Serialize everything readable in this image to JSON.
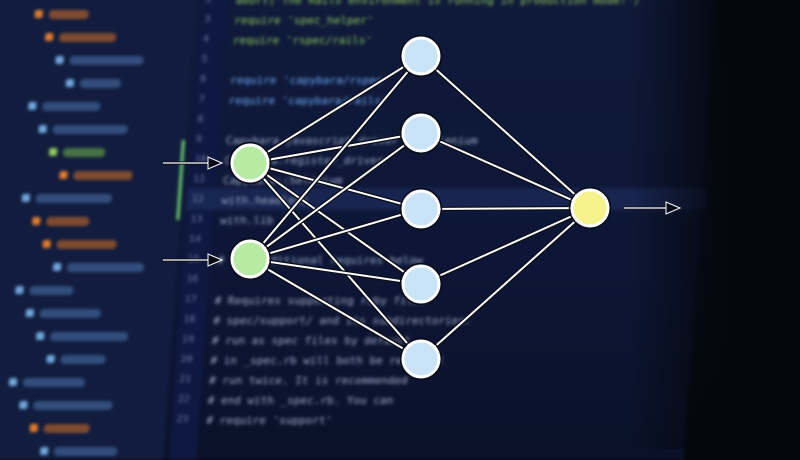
{
  "code_lines": [
    {
      "no": "2",
      "text": "abort('The Rails environment is running in production mode!')",
      "color": "green"
    },
    {
      "no": "3",
      "text": "require 'spec_helper'",
      "color": "green"
    },
    {
      "no": "4",
      "text": "require 'rspec/rails'",
      "color": "green"
    },
    {
      "no": "5",
      "text": "",
      "color": "grey"
    },
    {
      "no": "6",
      "text": "require 'capybara/rspec'",
      "color": "blue"
    },
    {
      "no": "7",
      "text": "require 'capybara/rails'",
      "color": "blue"
    },
    {
      "no": "8",
      "text": "",
      "color": "grey"
    },
    {
      "no": "9",
      "text": "Capybara.javascript_driver = :selenium",
      "color": "grey"
    },
    {
      "no": "10",
      "text": "Capybara.register_driver",
      "color": "grey"
    },
    {
      "no": "11",
      "text": "Capybara::Selenium",
      "color": "grey"
    },
    {
      "no": "12",
      "text": "with.headless",
      "color": "grey"
    },
    {
      "no": "13",
      "text": "with.lib",
      "color": "grey"
    },
    {
      "no": "14",
      "text": "",
      "color": "grey"
    },
    {
      "no": "15",
      "text": "# Add additional requires below",
      "color": "grey"
    },
    {
      "no": "16",
      "text": "",
      "color": "grey"
    },
    {
      "no": "17",
      "text": "# Requires supporting ruby files",
      "color": "grey"
    },
    {
      "no": "18",
      "text": "# spec/support/ and its subdirectories.",
      "color": "grey"
    },
    {
      "no": "19",
      "text": "# run as spec files by default.",
      "color": "grey"
    },
    {
      "no": "20",
      "text": "# in _spec.rb will both be required",
      "color": "grey"
    },
    {
      "no": "21",
      "text": "# run twice. It is recommended",
      "color": "grey"
    },
    {
      "no": "22",
      "text": "# end with _spec.rb. You can",
      "color": "grey"
    },
    {
      "no": "23",
      "text": "# require 'support'",
      "color": "grey"
    }
  ],
  "network": {
    "colors": {
      "input": "#b7eaa3",
      "hidden": "#c9e3f7",
      "output": "#f6f28c",
      "edge": "#ffffff"
    },
    "layers": {
      "input": 2,
      "hidden": 5,
      "output": 1
    }
  }
}
